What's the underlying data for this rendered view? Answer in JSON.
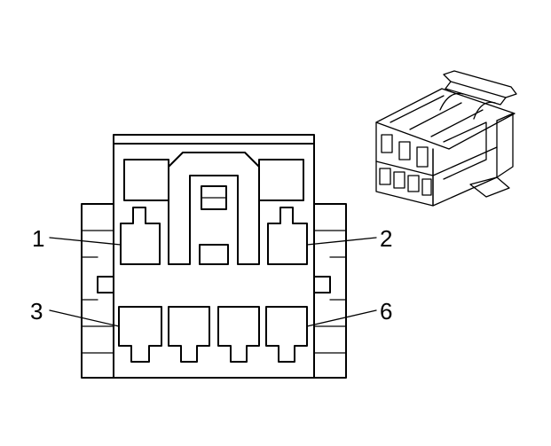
{
  "pin_labels": {
    "pin1": "1",
    "pin2": "2",
    "pin3": "3",
    "pin6": "6"
  }
}
